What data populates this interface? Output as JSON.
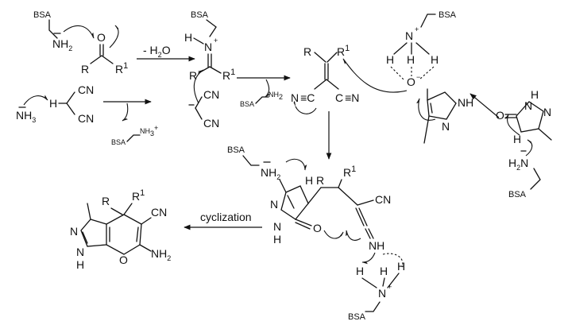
{
  "labels": {
    "bsa": "BSA",
    "nh2": "NH",
    "two": "2",
    "nh3": "NH",
    "three": "3",
    "cn": "CN",
    "r": "R",
    "r1": "R",
    "one": "1",
    "o": "O",
    "n": "N",
    "h": "H",
    "nc": "N",
    "plus": "+",
    "minus": "−",
    "nh": "NH",
    "nh3plus": "NH",
    "h2n": "H",
    "h2n_n": "N"
  },
  "steps": {
    "dehydration": "- H",
    "dehydration_sub": "2",
    "dehydration_o": "O",
    "cyclization": "cyclization"
  }
}
